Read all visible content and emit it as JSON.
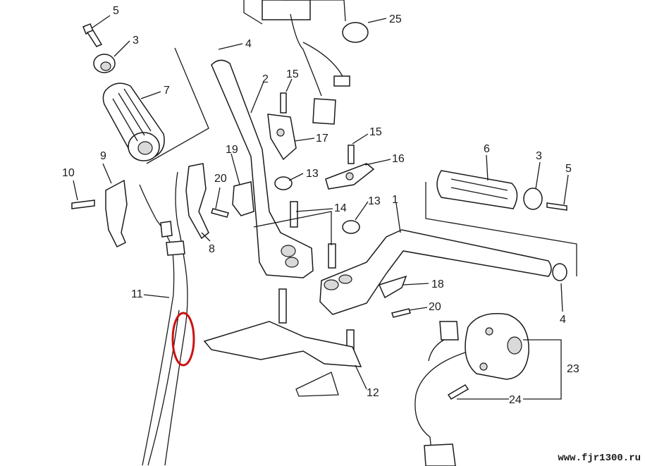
{
  "diagram": {
    "callouts": [
      "5",
      "3",
      "7",
      "9",
      "10",
      "4",
      "2",
      "15",
      "17",
      "25",
      "19",
      "20",
      "13",
      "14",
      "12",
      "11",
      "8",
      "15",
      "16",
      "6",
      "3",
      "5",
      "13",
      "1",
      "18",
      "20",
      "4",
      "23",
      "24"
    ],
    "watermark": "www.fjr1300.ru",
    "highlight_color": "#cc1111",
    "line_color": "#1a1a1a"
  }
}
